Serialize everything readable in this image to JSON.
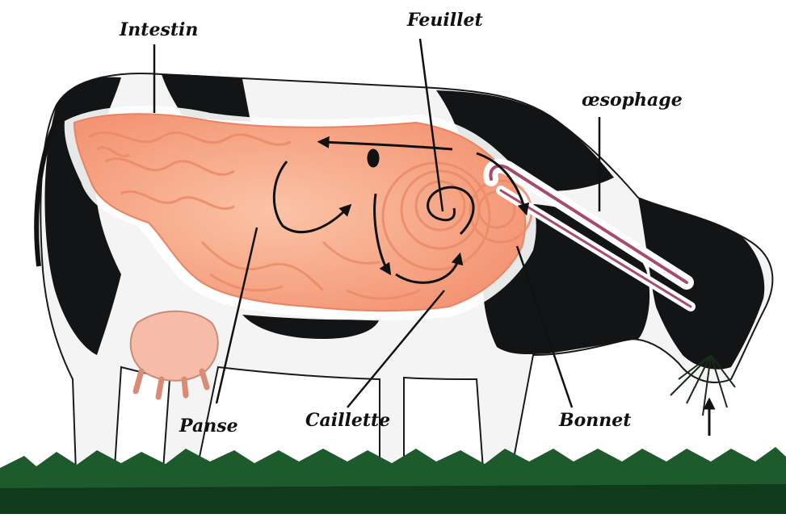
{
  "labels": {
    "intestin": "Intestin",
    "feuillet": "Feuillet",
    "oesophage": "œsophage",
    "panse": "Panse",
    "caillette": "Caillette",
    "bonnet": "Bonnet"
  },
  "colors": {
    "organ_fill": "#f6a98a",
    "organ_fold": "#f08a66",
    "cow_black": "#121416",
    "cow_white": "#f4f4f4",
    "udder": "#f7bca8",
    "grass": "#1d5a2c",
    "grass_dark": "#0f3a1c",
    "esophagus": "#a84a6a",
    "arrow": "#111111",
    "label": "#111111"
  }
}
